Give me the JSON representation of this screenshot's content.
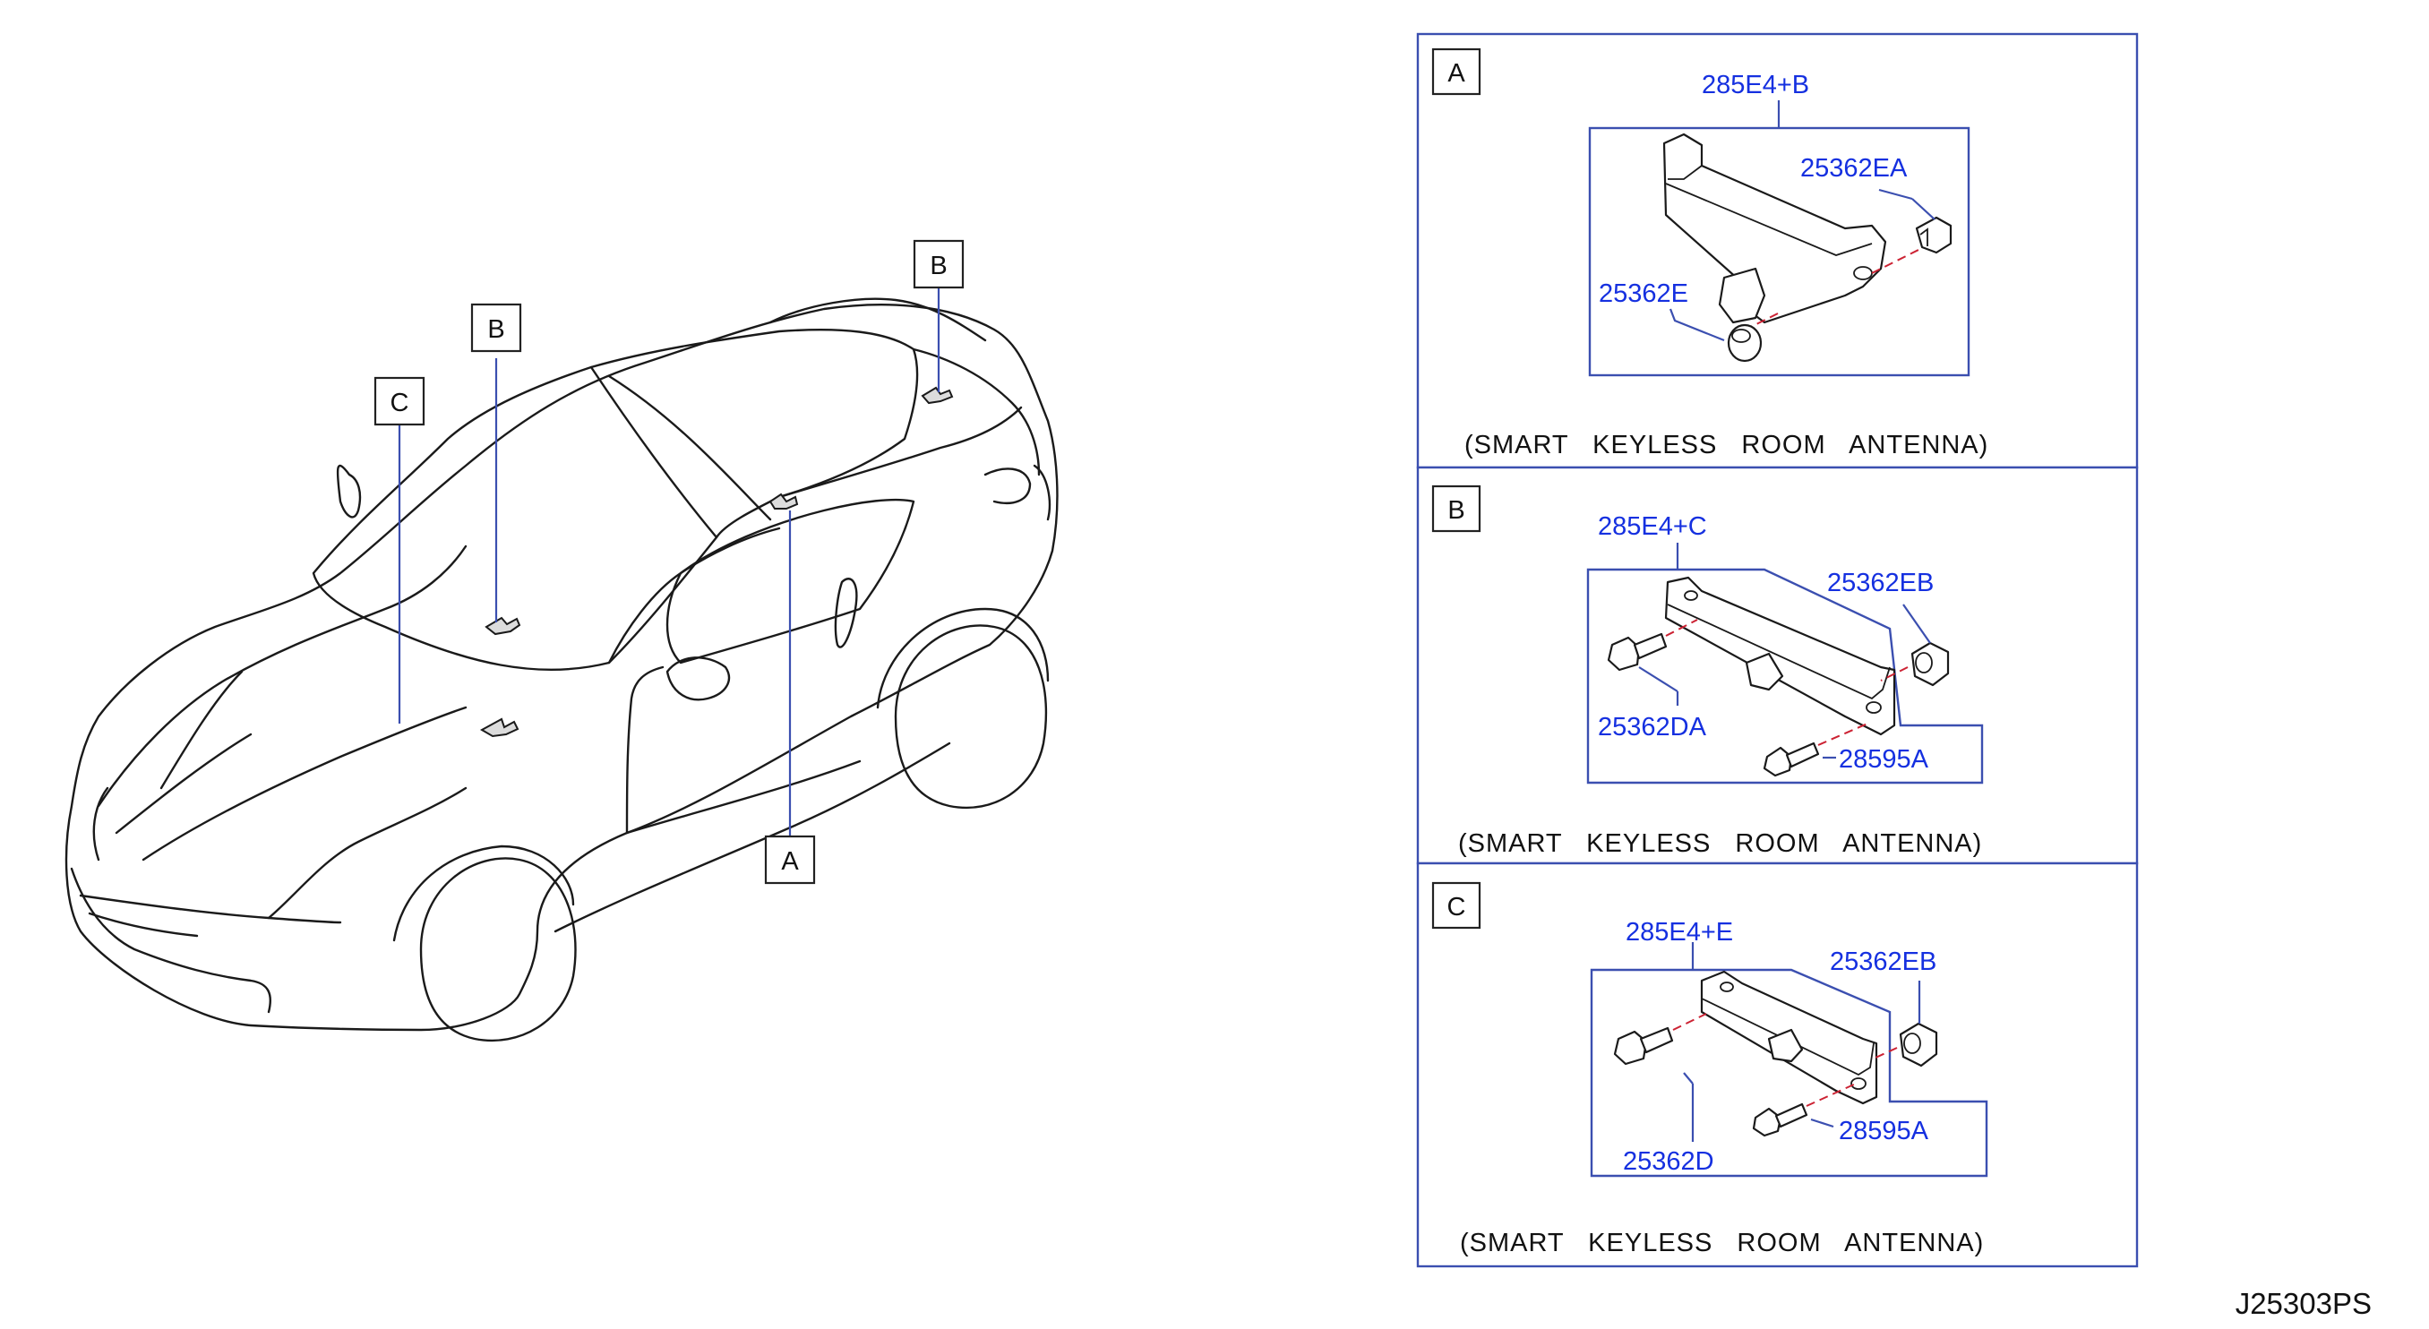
{
  "car_callouts": {
    "a": "A",
    "b_roof": "B",
    "b_rear": "B",
    "c": "C"
  },
  "panel_a": {
    "letter": "A",
    "assembly": "285E4+B",
    "nut": "25362EA",
    "grommet": "25362E",
    "caption": "(SMART KEYLESS ROOM ANTENNA)"
  },
  "panel_b": {
    "letter": "B",
    "assembly": "285E4+C",
    "clip": "25362EB",
    "screw": "25362DA",
    "bolt": "28595A",
    "caption": "(SMART KEYLESS ROOM ANTENNA)"
  },
  "panel_c": {
    "letter": "C",
    "assembly": "285E4+E",
    "clip": "25362EB",
    "screw": "25362D",
    "bolt": "28595A",
    "caption": "(SMART KEYLESS ROOM ANTENNA)"
  },
  "diagram_code": "J25303PS"
}
